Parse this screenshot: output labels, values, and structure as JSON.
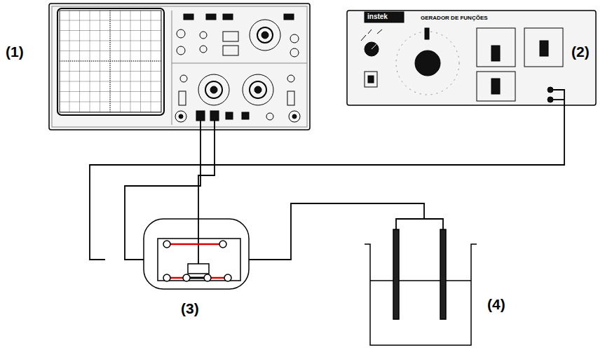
{
  "diagram": {
    "labels": [
      "(1)",
      "(2)",
      "(3)",
      "(4)",
      "instek",
      "GERADOR DE FUNÇÕES"
    ]
  }
}
